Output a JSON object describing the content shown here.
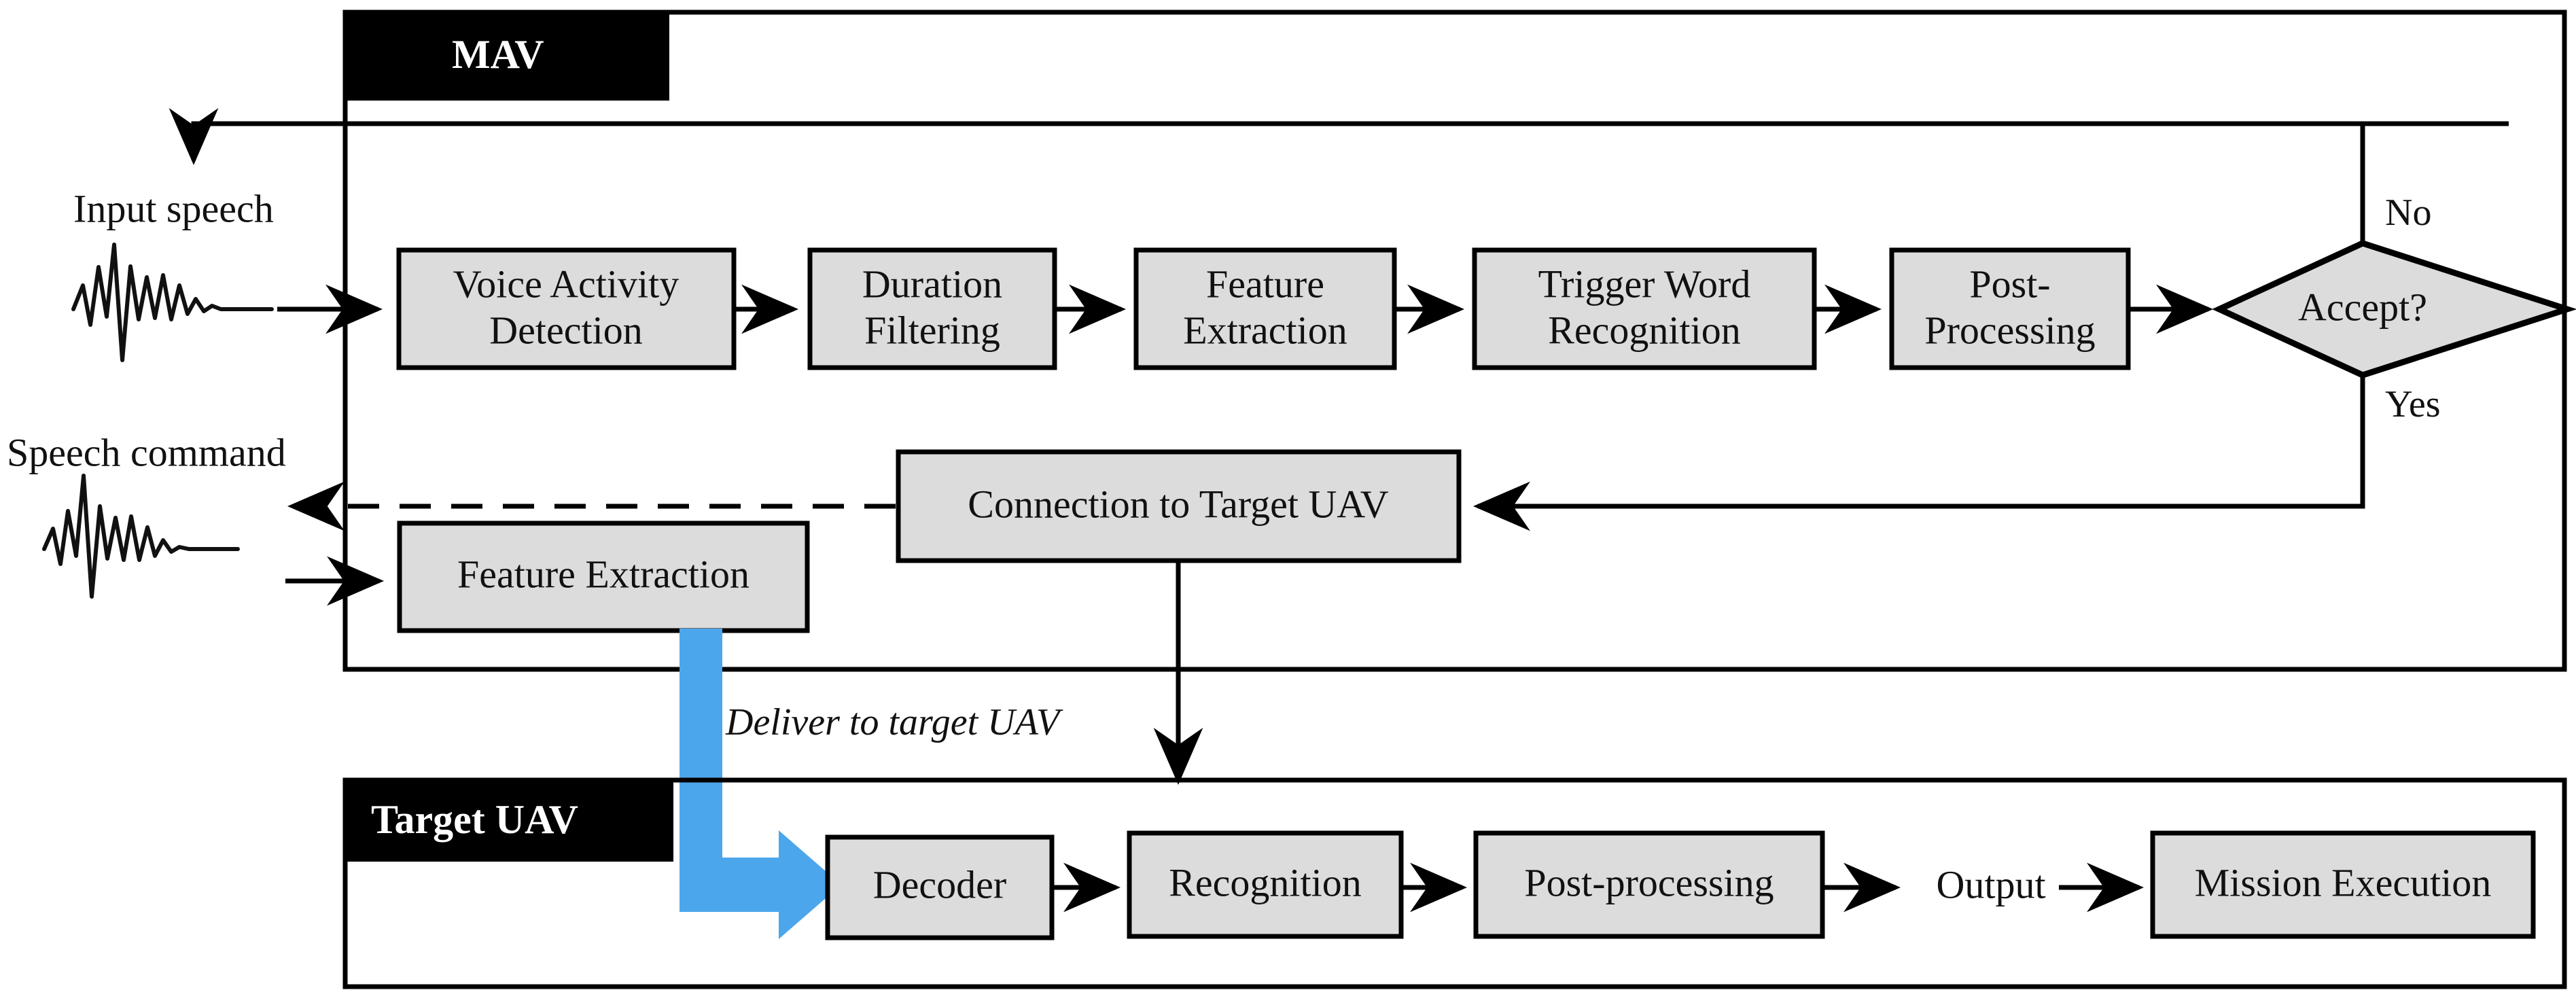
{
  "diagram": {
    "title_hidden": "",
    "containers": [
      {
        "id": "mav",
        "label": "MAV"
      },
      {
        "id": "target_uav",
        "label": "Target UAV"
      }
    ],
    "mav": {
      "label": "MAV",
      "pipeline": [
        {
          "id": "vad",
          "line1": "Voice Activity",
          "line2": "Detection"
        },
        {
          "id": "duration",
          "line1": "Duration",
          "line2": "Filtering"
        },
        {
          "id": "feature1",
          "line1": "Feature",
          "line2": "Extraction"
        },
        {
          "id": "trigger",
          "line1": "Trigger Word",
          "line2": "Recognition"
        },
        {
          "id": "post",
          "line1": "Post-",
          "line2": "Processing"
        }
      ],
      "decision": {
        "id": "accept",
        "label": "Accept?",
        "yes_label": "Yes",
        "no_label": "No"
      },
      "input_label": "Input speech",
      "speech_command_label": "Speech command",
      "feature_extraction2": "Feature Extraction",
      "connection_box": "Connection to Target UAV"
    },
    "target_uav": {
      "label": "Target UAV",
      "pipeline": [
        {
          "id": "decoder",
          "label": "Decoder"
        },
        {
          "id": "recognition",
          "label": "Recognition"
        },
        {
          "id": "postproc",
          "label": "Post-processing"
        },
        {
          "id": "mission",
          "label": "Mission Execution"
        }
      ],
      "output_label": "Output"
    },
    "annotations": [
      {
        "id": "deliver",
        "text": "Deliver to target UAV"
      }
    ],
    "icons": [
      {
        "id": "waveform-input-icon",
        "name": "waveform-icon"
      },
      {
        "id": "waveform-command-icon",
        "name": "waveform-icon"
      }
    ],
    "colors": {
      "box_fill": "#dcdcdc",
      "box_stroke": "#000000",
      "header_fill": "#000000",
      "header_text": "#ffffff",
      "line": "#000000",
      "blue_arrow": "#4ca6ec",
      "background": "#ffffff"
    }
  }
}
